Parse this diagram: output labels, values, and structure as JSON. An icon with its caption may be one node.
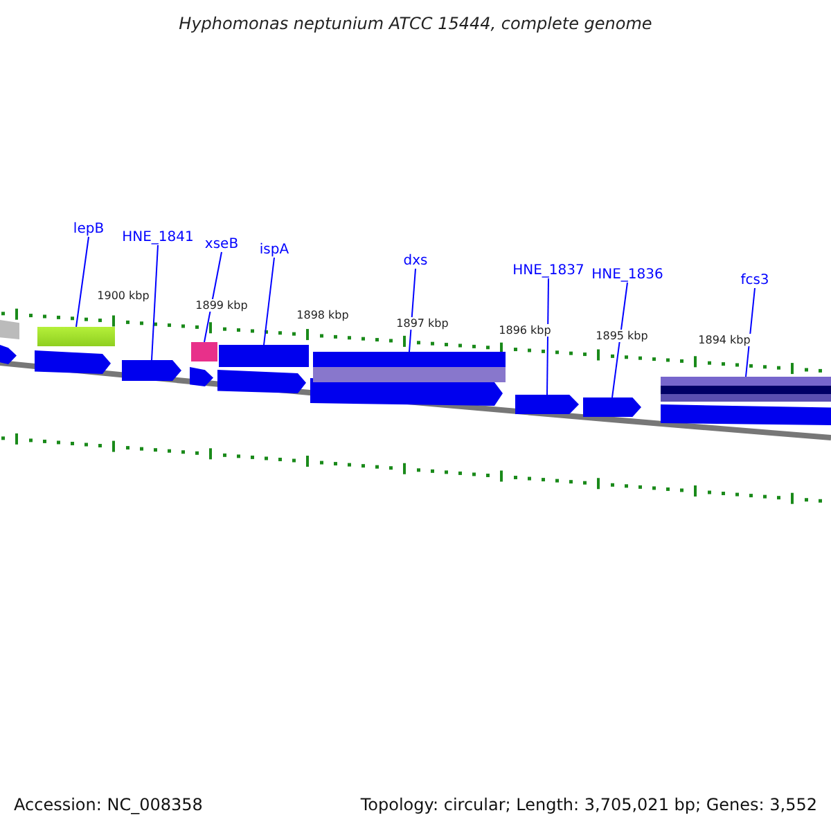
{
  "diagram": {
    "title": "Hyphomonas neptunium ATCC 15444, complete genome",
    "nodes": [
      {
        "text": [
          "lepB"
        ]
      },
      {
        "text": [
          "HNE_1841"
        ]
      },
      {
        "text": [
          "xseB"
        ]
      },
      {
        "text": [
          "ispA"
        ]
      },
      {
        "text": [
          "dxs"
        ]
      },
      {
        "text": [
          "HNE_1837"
        ]
      },
      {
        "text": [
          "HNE_1836"
        ]
      },
      {
        "text": [
          "fcs3"
        ]
      },
      {
        "text": [],
        "shape": "bar"
      },
      {
        "text": [],
        "shape": "bar"
      },
      {
        "text": [],
        "shape": "bar"
      },
      {
        "text": [],
        "shape": "bar"
      },
      {
        "text": [],
        "shape": "bar"
      },
      {
        "text": [],
        "shape": "bar"
      },
      {
        "text": [],
        "shape": "bar"
      },
      {
        "text": [],
        "shape": "bar"
      }
    ],
    "edges": [
      {
        "from": 0,
        "to": 8,
        "arrow": "none"
      },
      {
        "from": 1,
        "to": 9,
        "arrow": "none"
      },
      {
        "from": 2,
        "to": 10,
        "arrow": "none"
      },
      {
        "from": 3,
        "to": 11,
        "arrow": "none"
      },
      {
        "from": 4,
        "to": 12,
        "arrow": "none"
      },
      {
        "from": 5,
        "to": 13,
        "arrow": "none"
      },
      {
        "from": 6,
        "to": 14,
        "arrow": "none"
      },
      {
        "from": 7,
        "to": 15,
        "arrow": "none"
      }
    ],
    "labels": [
      "1900 kbp",
      "1899 kbp",
      "1898 kbp",
      "1897 kbp",
      "1896 kbp",
      "1895 kbp",
      "1894 kbp",
      "Accession: NC_008358",
      "Topology: circular; Length: 3,705,021 bp; Genes: 3,552"
    ]
  }
}
